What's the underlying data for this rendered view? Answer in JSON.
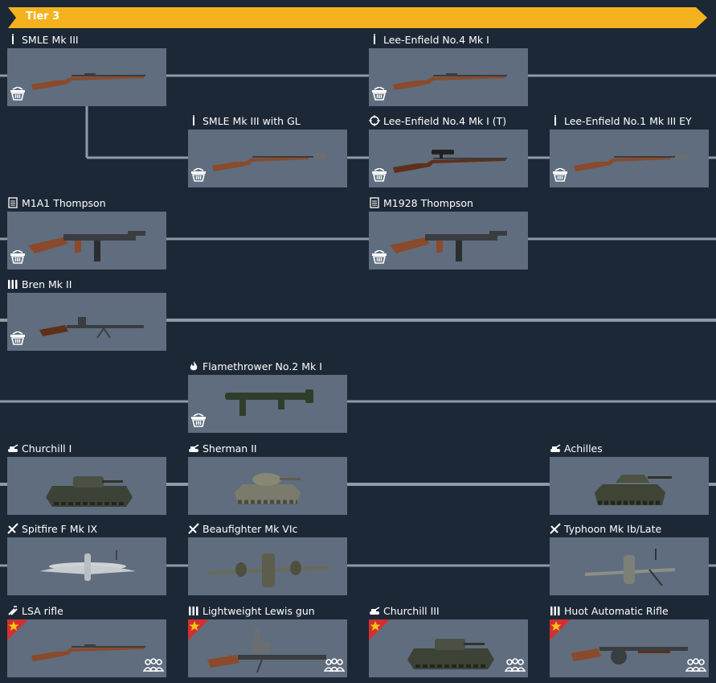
{
  "tier": {
    "label": "Tier 3",
    "color": "#f5b21f"
  },
  "colors": {
    "card_bg": "#5f6d7e",
    "line": "#8f9aa8",
    "background": "#1d2836",
    "premium": "#d32f2f",
    "star": "#f5c518"
  },
  "units": [
    {
      "id": "smle-mk3",
      "name": "SMLE Mk III",
      "type_icon": "rifle-icon",
      "art": "rifle",
      "badge": "shop-icon"
    },
    {
      "id": "lee-enfield-no4-mk1",
      "name": "Lee-Enfield No.4 Mk I",
      "type_icon": "rifle-icon",
      "art": "rifle",
      "badge": "shop-icon"
    },
    {
      "id": "smle-mk3-gl",
      "name": "SMLE Mk III with GL",
      "type_icon": "rifle-icon",
      "art": "rifle-gl",
      "badge": "shop-icon"
    },
    {
      "id": "lee-enfield-no4-mk1-t",
      "name": "Lee-Enfield No.4 Mk I (T)",
      "type_icon": "scope-icon",
      "art": "sniper",
      "badge": "shop-icon"
    },
    {
      "id": "lee-enfield-no1-mk3-ey",
      "name": "Lee-Enfield No.1 Mk III EY",
      "type_icon": "rifle-icon",
      "art": "rifle-gl",
      "badge": "shop-icon"
    },
    {
      "id": "m1a1-thompson",
      "name": "M1A1 Thompson",
      "type_icon": "smg-icon",
      "art": "smg",
      "badge": "shop-icon"
    },
    {
      "id": "m1928-thompson",
      "name": "M1928 Thompson",
      "type_icon": "smg-icon",
      "art": "smg",
      "badge": "shop-icon"
    },
    {
      "id": "bren-mk2",
      "name": "Bren Mk II",
      "type_icon": "mg-icon",
      "art": "lmg",
      "badge": "shop-icon"
    },
    {
      "id": "flamethrower-no2",
      "name": "Flamethrower No.2 Mk I",
      "type_icon": "flame-icon",
      "art": "flamer",
      "badge": "shop-icon"
    },
    {
      "id": "churchill-1",
      "name": "Churchill I",
      "type_icon": "tank-icon",
      "art": "tank-churchill",
      "badge": ""
    },
    {
      "id": "sherman-2",
      "name": "Sherman II",
      "type_icon": "tank-icon",
      "art": "tank-sherman",
      "badge": ""
    },
    {
      "id": "achilles",
      "name": "Achilles",
      "type_icon": "tank-icon",
      "art": "tank-achilles",
      "badge": ""
    },
    {
      "id": "spitfire-f9",
      "name": "Spitfire F Mk IX",
      "type_icon": "fighter-icon",
      "art": "plane-spitfire",
      "badge": ""
    },
    {
      "id": "beaufighter",
      "name": "Beaufighter Mk VIc",
      "type_icon": "fighter-icon",
      "art": "plane-twin",
      "badge": ""
    },
    {
      "id": "typhoon",
      "name": "Typhoon Mk Ib/Late",
      "type_icon": "fighter-icon",
      "art": "plane-typhoon",
      "badge": ""
    },
    {
      "id": "lsa-rifle",
      "name": "LSA rifle",
      "type_icon": "ammo-icon",
      "art": "rifle",
      "badge": "squad-icon",
      "premium": true
    },
    {
      "id": "lewis-light",
      "name": "Lightweight Lewis gun",
      "type_icon": "mg-icon",
      "art": "lewis",
      "badge": "squad-icon",
      "premium": true
    },
    {
      "id": "churchill-3",
      "name": "Churchill III",
      "type_icon": "tank-icon",
      "art": "tank-churchill",
      "badge": "squad-icon",
      "premium": true
    },
    {
      "id": "huot-ar",
      "name": "Huot Automatic Rifle",
      "type_icon": "mg-icon",
      "art": "huot",
      "badge": "squad-icon",
      "premium": true
    }
  ]
}
